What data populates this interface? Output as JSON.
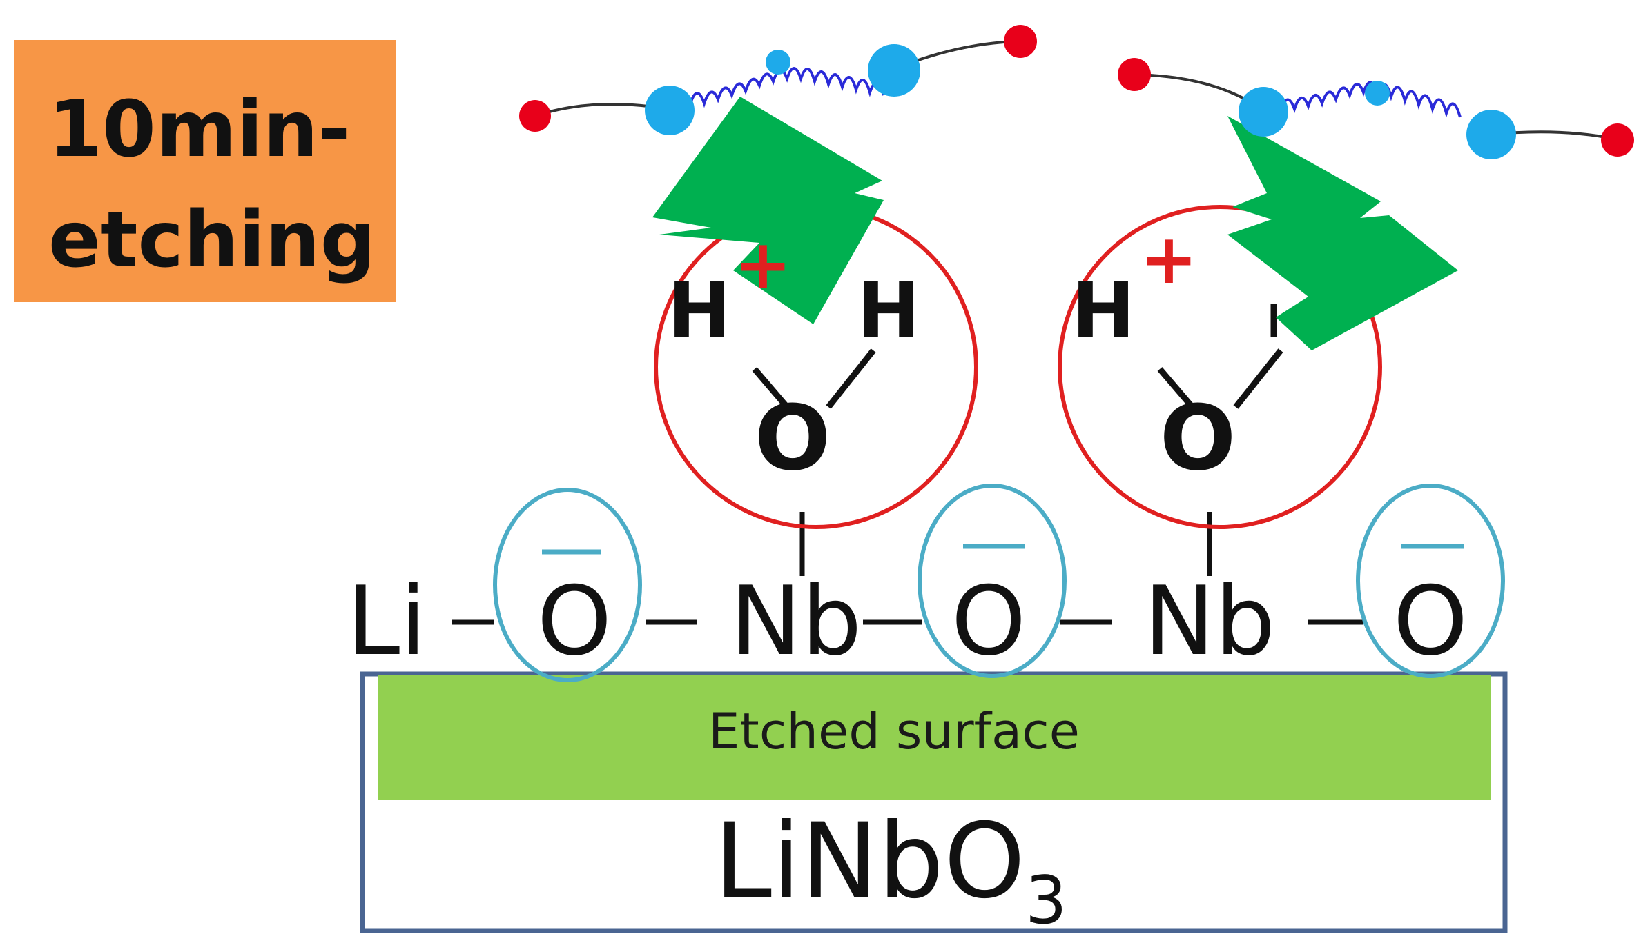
{
  "label": {
    "line1": "10min-",
    "line2": "etching"
  },
  "substrate": {
    "layer_label": "Etched surface",
    "material_main": "LiNbO",
    "material_sub": "3"
  },
  "chain": {
    "atoms": [
      "Li",
      "O",
      "Nb",
      "O",
      "Nb",
      "O"
    ],
    "charge_symbol": "–"
  },
  "water": {
    "h_label": "H",
    "o_label": "O",
    "plus": "+"
  },
  "colors": {
    "label_bg": "#f79646",
    "etched": "#92d050",
    "substrate_border": "#4a6592",
    "red_circle": "#e02020",
    "blue_ellipse": "#4bacc6",
    "green_block": "#00b050",
    "bead_blue": "#1eaaea",
    "bead_red": "#e8001a",
    "spring": "#2a2ad8"
  }
}
